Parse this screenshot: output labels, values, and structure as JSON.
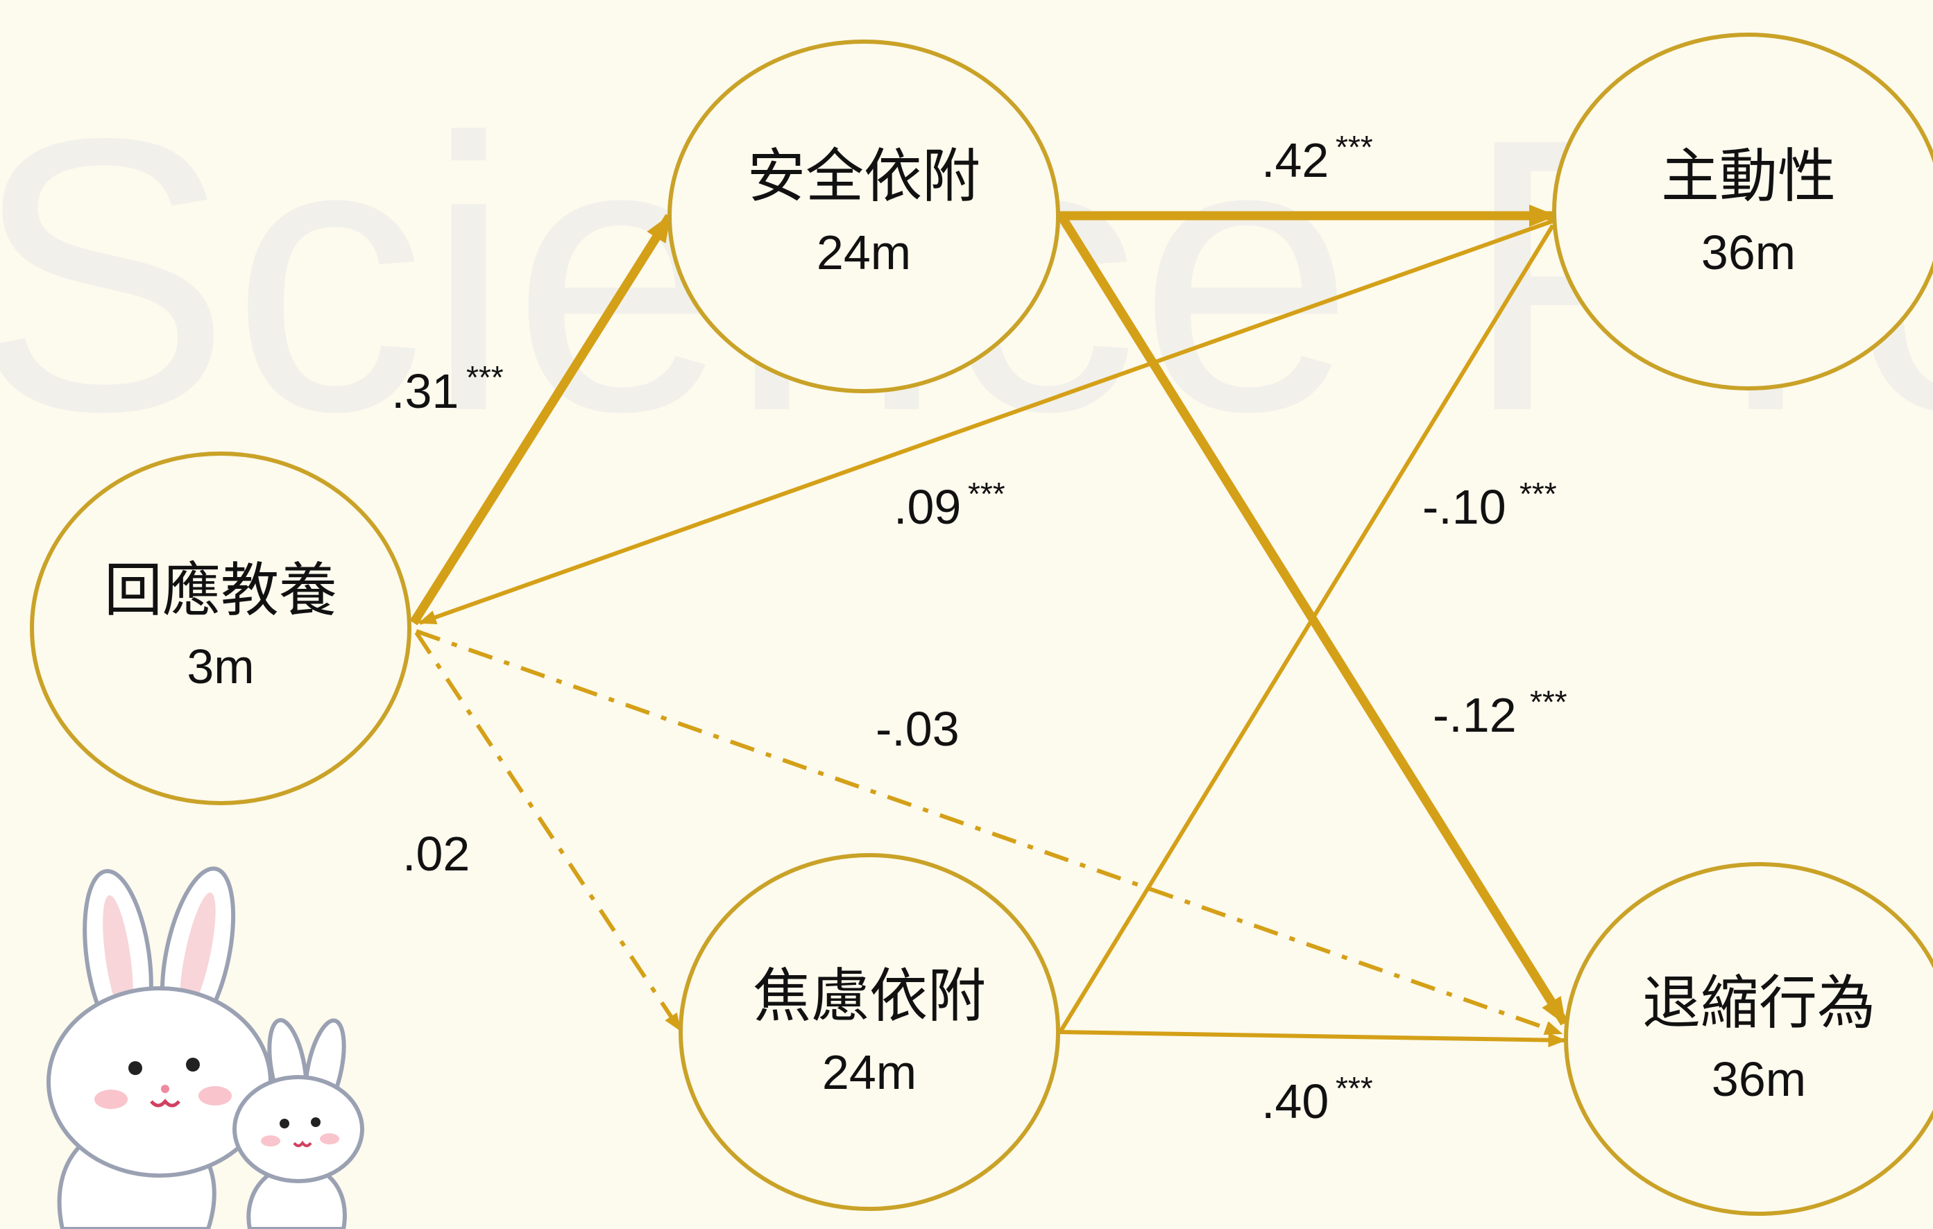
{
  "watermark": "Science Prom",
  "colors": {
    "edge": "#d4a017",
    "node_stroke": "#c9a227",
    "background": "#fdfaee",
    "text": "#111111"
  },
  "nodes": {
    "responsive_parenting": {
      "title": "回應教養",
      "age": "3m"
    },
    "secure_attachment": {
      "title": "安全依附",
      "age": "24m"
    },
    "anxious_attachment": {
      "title": "焦慮依附",
      "age": "24m"
    },
    "initiative": {
      "title": "主動性",
      "age": "36m"
    },
    "withdrawal": {
      "title": "退縮行為",
      "age": "36m"
    }
  },
  "paths": {
    "parenting_to_secure": {
      "coef": ".31",
      "sig": "***"
    },
    "parenting_to_initiative": {
      "coef": ".09",
      "sig": "***"
    },
    "parenting_to_withdrawal": {
      "coef": "-.03",
      "sig": ""
    },
    "parenting_to_anxious": {
      "coef": ".02",
      "sig": ""
    },
    "secure_to_initiative": {
      "coef": ".42",
      "sig": "***"
    },
    "secure_to_withdrawal": {
      "coef": "-.12",
      "sig": "***"
    },
    "anxious_to_initiative": {
      "coef": "-.10",
      "sig": "***"
    },
    "anxious_to_withdrawal": {
      "coef": ".40",
      "sig": "***"
    }
  },
  "illustration": {
    "icon": "rabbit-icon"
  }
}
